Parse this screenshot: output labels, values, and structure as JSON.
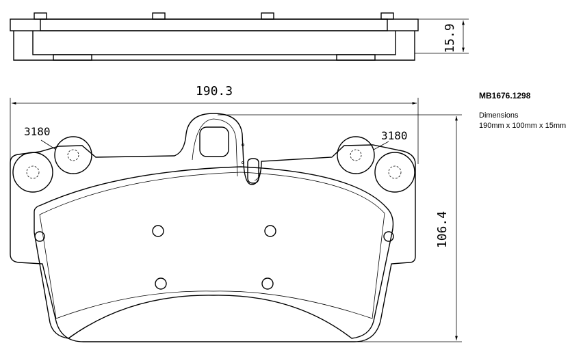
{
  "info": {
    "part_number": "MB1676.1298",
    "dimensions_label": "Dimensions",
    "dimensions_value": "190mm x 100mm x 15mm"
  },
  "dimensions": {
    "width": "190.3",
    "height": "106.4",
    "thickness": "15.9"
  },
  "sensor_labels": {
    "left": "3180",
    "right": "3180"
  }
}
